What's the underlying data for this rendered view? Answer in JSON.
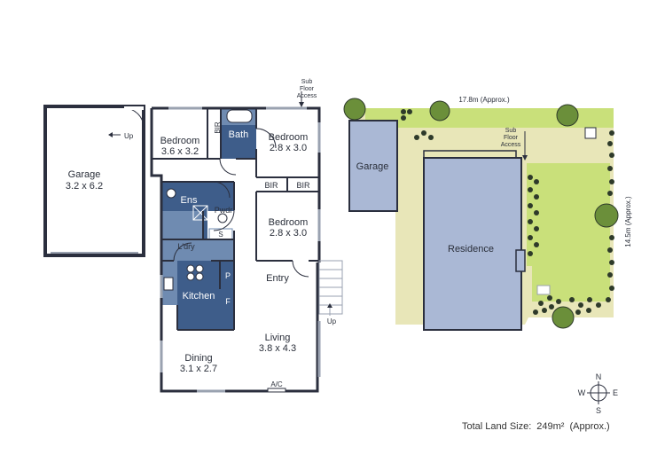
{
  "colors": {
    "wall": "#2b2f3e",
    "wet_area": "#3e5d8a",
    "wet_area_light": "#6f8bb1",
    "residence": "#aab8d5",
    "lawn": "#c9e07a",
    "paving": "#e8e6b8",
    "tree": "#6b8f3a",
    "shrub": "#2e3a2a"
  },
  "garage_plan": {
    "name": "Garage",
    "size": "3.2 x 6.2",
    "up": "Up"
  },
  "rooms": {
    "bedroom1": {
      "name": "Bedroom",
      "size": "3.6 x 3.2"
    },
    "bir_a": "BIR",
    "bath": "Bath",
    "bedroom2": {
      "name": "Bedroom",
      "size": "2.8 x 3.0"
    },
    "sub_floor": [
      "Sub",
      "Floor",
      "Access"
    ],
    "ens": "Ens",
    "pwdr": "Pwdr",
    "s": "S",
    "bir_b": "BIR",
    "bir_c": "BIR",
    "bedroom3": {
      "name": "Bedroom",
      "size": "2.8 x 3.0"
    },
    "ldry": "L'dry",
    "entry": "Entry",
    "kitchen": "Kitchen",
    "pantry": "P",
    "fridge": "F",
    "up": "Up",
    "dining": {
      "name": "Dining",
      "size": "3.1 x 2.7"
    },
    "living": {
      "name": "Living",
      "size": "3.8 x 4.3"
    },
    "ac": "A/C"
  },
  "site": {
    "width_label": "17.8m (Approx.)",
    "depth_label": "14.5m (Approx.)",
    "garage": "Garage",
    "residence": "Residence",
    "sub_floor": [
      "Sub",
      "Floor",
      "Access"
    ]
  },
  "compass": {
    "n": "N",
    "e": "E",
    "s": "S",
    "w": "W"
  },
  "footer": {
    "label": "Total Land Size:",
    "value": "249m²",
    "note": "(Approx.)"
  }
}
